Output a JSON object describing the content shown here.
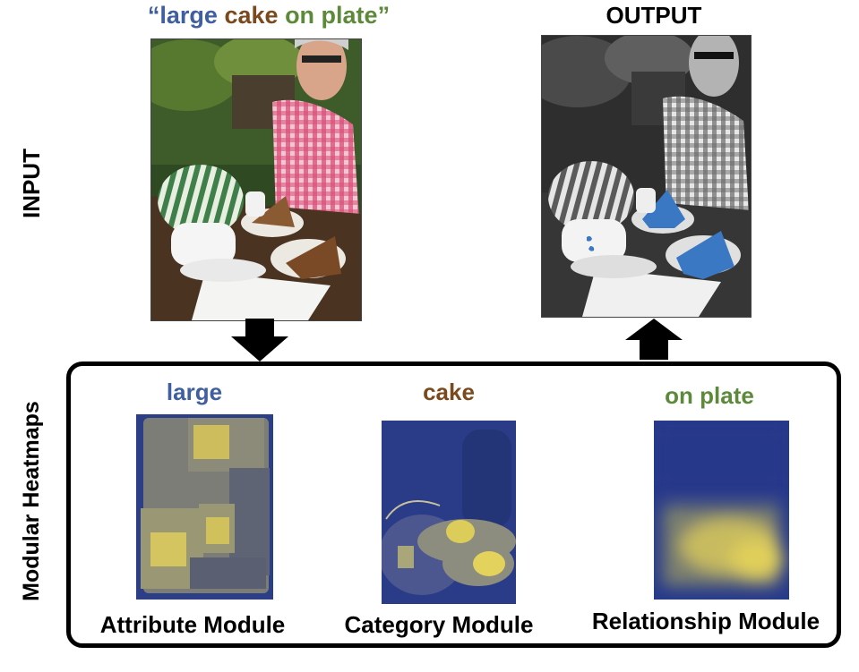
{
  "query": {
    "open_quote": "“",
    "word_attribute": "large",
    "word_category": "cake",
    "word_relationship": "on plate",
    "close_quote": "”",
    "colors": {
      "attribute": "#3f5fa0",
      "category": "#7a4a1e",
      "relationship": "#5c8a3a"
    }
  },
  "labels": {
    "input": "INPUT",
    "output": "OUTPUT",
    "modular": "Modular Heatmaps"
  },
  "modules": [
    {
      "word": "large",
      "name": "Attribute Module",
      "color": "#3f5fa0"
    },
    {
      "word": "cake",
      "name": "Category Module",
      "color": "#7a4a1e"
    },
    {
      "word": "on plate",
      "name": "Relationship Module",
      "color": "#5c8a3a"
    }
  ]
}
